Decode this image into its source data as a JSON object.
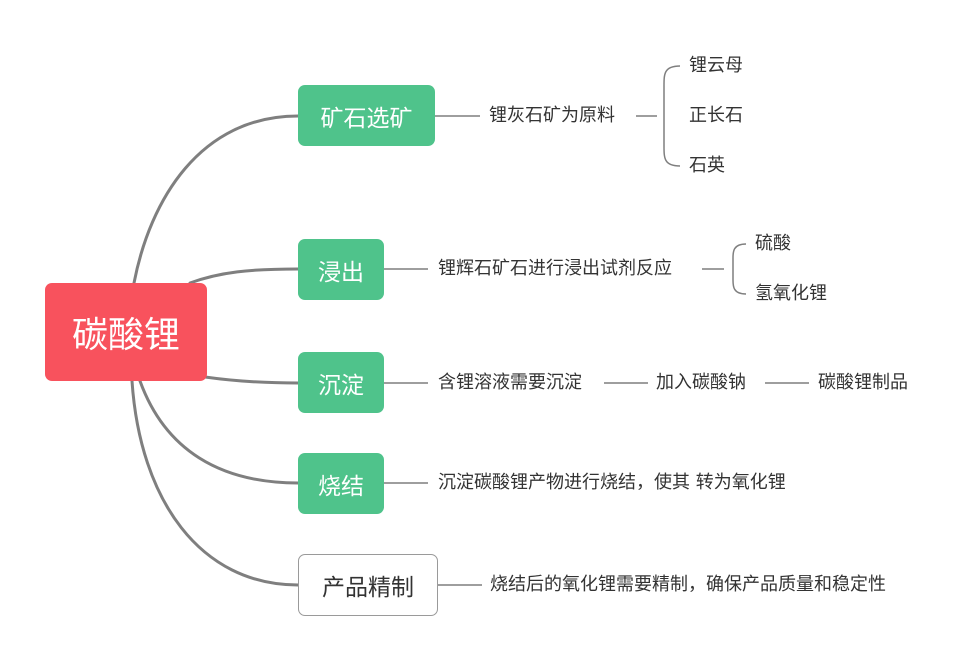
{
  "colors": {
    "root_fill": "#f8525d",
    "topic_fill": "#4fc38b",
    "outline_border": "#9a9a9a",
    "connector": "#7f7f7f",
    "text": "#333333"
  },
  "root": {
    "label": "碳酸锂"
  },
  "branches": [
    {
      "label": "矿石选矿",
      "detail": "锂灰石矿为原料",
      "children": [
        "锂云母",
        "正长石",
        "石英"
      ]
    },
    {
      "label": "浸出",
      "detail": "锂辉石矿石进行浸出试剂反应",
      "children": [
        "硫酸",
        "氢氧化锂"
      ]
    },
    {
      "label": "沉淀",
      "detail": "含锂溶液需要沉淀",
      "chain": [
        "加入碳酸钠",
        "碳酸锂制品"
      ]
    },
    {
      "label": "烧结",
      "detail": "沉淀碳酸锂产物进行烧结，使其 转为氧化锂"
    },
    {
      "label": "产品精制",
      "detail": "烧结后的氧化锂需要精制，确保产品质量和稳定性"
    }
  ]
}
